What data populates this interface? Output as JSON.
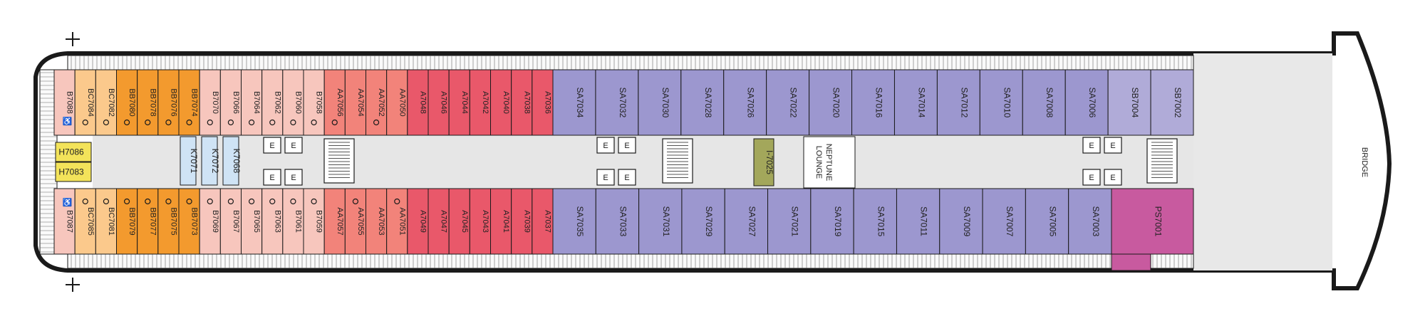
{
  "deck": {
    "bridge_label": "BRIDGE",
    "room_label": "NEPTUNE LOUNGE",
    "room_label_lines": [
      "NEPTUNE",
      "LOUNGE"
    ],
    "colors": {
      "hull": "#ffffff",
      "outline": "#1a1a1a",
      "corridor": "#e6e6e6",
      "bridge": "#e8e8e8",
      "B": "#f7c6bd",
      "BC": "#fbc98c",
      "BB": "#f39a2e",
      "AA": "#f2837a",
      "A": "#e9586a",
      "SA": "#9c97cf",
      "SB": "#b0abd8",
      "PS": "#c85a9f",
      "K": "#cfe3f5",
      "H": "#f3e35a",
      "I": "#a3a75b"
    }
  },
  "icons": {
    "accessible": "accessible-icon",
    "connecting": "connecting-door-icon",
    "elevator": "elevator-icon",
    "stairs": "stairs-icon",
    "sofa_bed": "sofa-bed-icon",
    "marker": "plus-marker-icon"
  },
  "upper_row_labels": [
    "B7088",
    "BC7084",
    "BC7082",
    "BB7080",
    "BB7078",
    "BB7076",
    "BB7074",
    "B7070",
    "B7066",
    "B7064",
    "B7062",
    "B7060",
    "B7058",
    "AA7056",
    "AA7054",
    "AA7052",
    "AA7050",
    "A7048",
    "A7046",
    "A7044",
    "A7042",
    "A7040",
    "A7038",
    "A7036",
    "SA7034",
    "SA7032",
    "SA7030",
    "SA7028",
    "SA7026",
    "SA7022",
    "SA7020",
    "SA7016",
    "SA7014",
    "SA7012",
    "SA7010",
    "SA7008",
    "SA7006",
    "SB7004",
    "SB7002"
  ],
  "lower_row_labels": [
    "B7087",
    "BC7085",
    "BC7081",
    "BB7079",
    "BB7077",
    "BB7075",
    "BB7073",
    "B7069",
    "B7067",
    "B7065",
    "B7063",
    "B7061",
    "B7059",
    "AA7057",
    "AA7055",
    "AA7053",
    "AA7051",
    "A7049",
    "A7047",
    "A7045",
    "A7043",
    "A7041",
    "A7039",
    "A7037",
    "SA7035",
    "SA7033",
    "SA7031",
    "SA7029",
    "SA7027",
    "SA7021",
    "SA7019",
    "SA7015",
    "SA7011",
    "SA7009",
    "SA7007",
    "SA7005",
    "SA7003",
    "PS7001"
  ],
  "middle_labels": [
    "H7086",
    "H7083",
    "K7071",
    "K7072",
    "K7068",
    "I-7025"
  ]
}
